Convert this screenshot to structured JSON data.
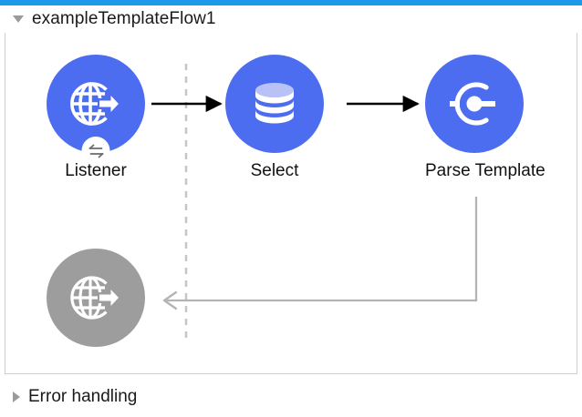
{
  "window": {
    "accent_color": "#1a9ae8",
    "canvas_border_color": "#cfcfcf",
    "background_color": "#ffffff"
  },
  "flow": {
    "title": "exampleTemplateFlow1",
    "expanded": true,
    "toggle_icon": "triangle-down-icon",
    "node_color": "#4d6df0",
    "disabled_node_color": "#9d9d9d",
    "nodes": [
      {
        "id": "listener",
        "label": "Listener",
        "icon": "globe-arrow-icon",
        "badge_icon": "exchange-arrows-icon",
        "state": "active",
        "color": "#4d6df0"
      },
      {
        "id": "select",
        "label": "Select",
        "icon": "database-icon",
        "state": "active",
        "color": "#4d6df0"
      },
      {
        "id": "parse-template",
        "label": "Parse Template",
        "icon": "parse-template-icon",
        "state": "active",
        "color": "#4d6df0"
      },
      {
        "id": "listener-response",
        "label": "",
        "icon": "globe-arrow-icon",
        "state": "disabled",
        "color": "#9d9d9d"
      }
    ],
    "connectors": [
      {
        "from": "listener",
        "to": "select",
        "style": "solid-arrow",
        "color": "#000000"
      },
      {
        "from": "select",
        "to": "parse-template",
        "style": "solid-arrow",
        "color": "#000000"
      },
      {
        "from": "parse-template",
        "to": "listener-response",
        "style": "return-path",
        "color": "#b4b4b4"
      }
    ],
    "source_divider": {
      "name": "source-boundary-line",
      "style": "dashed",
      "color": "#c6c6c6"
    }
  },
  "error_handling": {
    "label": "Error handling",
    "expanded": false,
    "toggle_icon": "triangle-right-icon"
  }
}
